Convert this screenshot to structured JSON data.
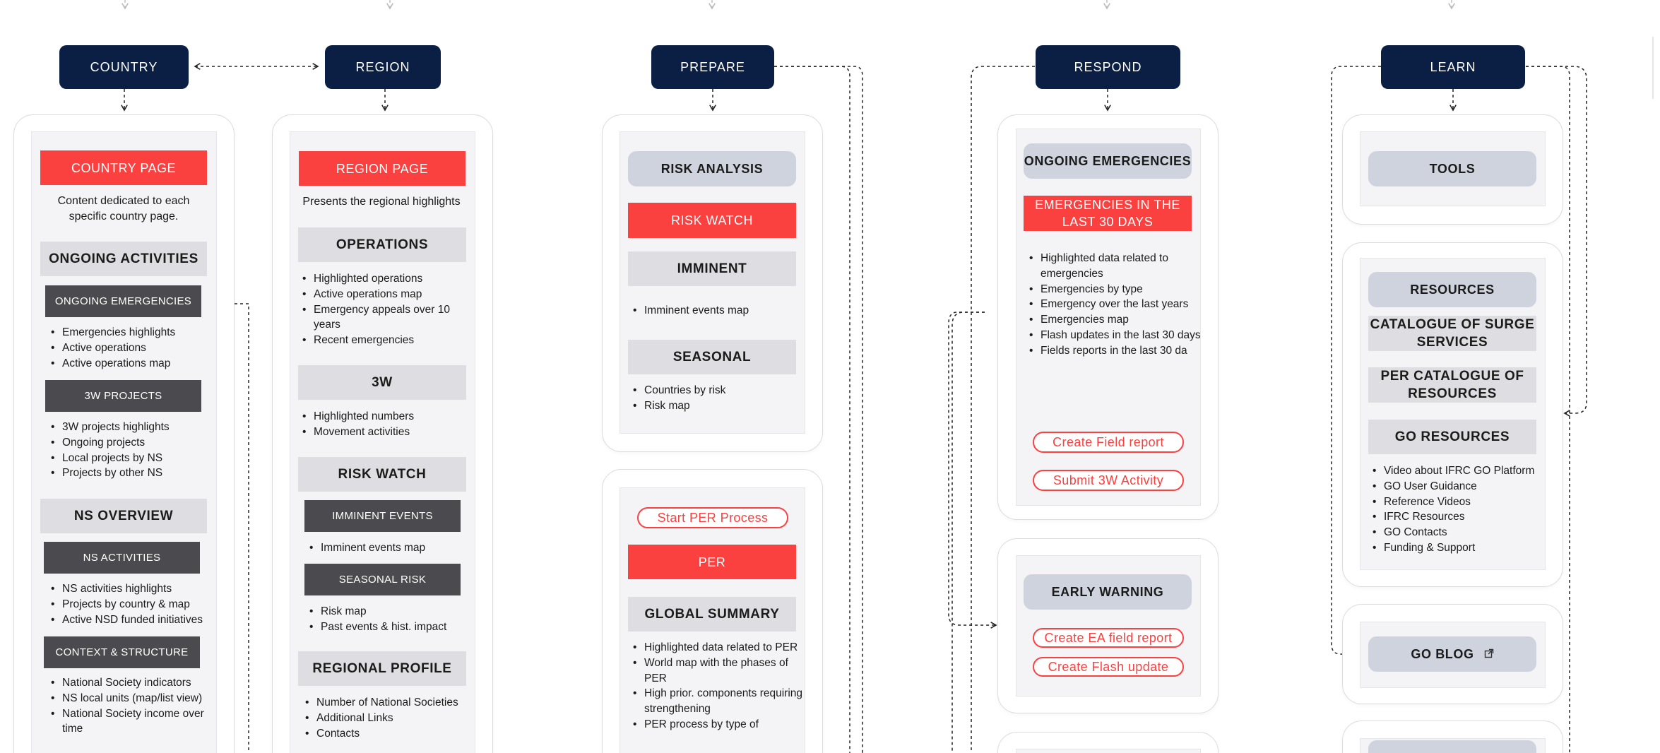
{
  "nav": {
    "country": "COUNTRY",
    "region": "REGION",
    "prepare": "PREPARE",
    "respond": "RESPOND",
    "learn": "LEARN"
  },
  "country": {
    "page_title": "COUNTRY PAGE",
    "description": "Content dedicated to each specific country page.",
    "ongoing_activities": "ONGOING ACTIVITIES",
    "ongoing_emergencies": "ONGOING EMERGENCIES",
    "emergencies_items": [
      "Emergencies highlights",
      "Active operations",
      "Active operations map"
    ],
    "projects_3w": "3W PROJECTS",
    "projects_items": [
      "3W projects highlights",
      "Ongoing projects",
      "Local projects by NS",
      "Projects by other NS"
    ],
    "ns_overview": "NS OVERVIEW",
    "ns_activities": "NS ACTIVITIES",
    "ns_activities_items": [
      "NS activities highlights",
      "Projects by country & map",
      "Active NSD funded initiatives"
    ],
    "context_structure": "CONTEXT & STRUCTURE",
    "context_items": [
      "National Society indicators",
      "NS local units (map/list view)",
      "National Society income over time"
    ]
  },
  "region": {
    "page_title": "REGION PAGE",
    "description": "Presents the regional highlights",
    "operations": "OPERATIONS",
    "operations_items": [
      "Highlighted operations",
      "Active operations map",
      "Emergency appeals over 10 years",
      "Recent emergencies"
    ],
    "three_w": "3W",
    "three_w_items": [
      "Highlighted numbers",
      "Movement activities"
    ],
    "risk_watch": "RISK WATCH",
    "imminent_events": "IMMINENT EVENTS",
    "imminent_items": [
      "Imminent events map"
    ],
    "seasonal_risk": "SEASONAL RISK",
    "seasonal_items": [
      "Risk map",
      "Past events & hist. impact"
    ],
    "regional_profile": "REGIONAL PROFILE",
    "profile_items": [
      "Number of National Societies",
      "Additional Links",
      "Contacts"
    ]
  },
  "prepare": {
    "risk_analysis": "RISK ANALYSIS",
    "risk_watch": "RISK WATCH",
    "imminent": "IMMINENT",
    "imminent_items": [
      "Imminent events map"
    ],
    "seasonal": "SEASONAL",
    "seasonal_items": [
      "Countries by risk",
      "Risk map"
    ],
    "start_per": "Start PER Process",
    "per": "PER",
    "global_summary": "GLOBAL SUMMARY",
    "summary_items": [
      "Highlighted data related to PER",
      "World map with the phases of PER",
      "High prior. components requiring strengthening",
      "PER process by type of"
    ]
  },
  "respond": {
    "ongoing_emergencies": "ONGOING EMERGENCIES",
    "last_30_days": "EMERGENCIES IN THE LAST 30 DAYS",
    "last_30_items": [
      "Highlighted data related to emergencies",
      "Emergencies by type",
      "Emergency over the last years",
      "Emergencies map",
      "Flash updates in the last 30 days",
      "Fields reports in the last 30 da"
    ],
    "create_field_report": "Create Field report",
    "submit_3w": "Submit 3W Activity",
    "early_warning": "EARLY WARNING",
    "create_ea_report": "Create EA field report",
    "create_flash_update": "Create Flash update"
  },
  "learn": {
    "tools": "TOOLS",
    "resources": "RESOURCES",
    "catalogue_surge": "CATALOGUE OF SURGE SERVICES",
    "per_catalogue": "PER CATALOGUE OF RESOURCES",
    "go_resources": "GO RESOURCES",
    "go_resources_items": [
      "Video about IFRC GO Platform",
      "GO User Guidance",
      "Reference Videos",
      "IFRC Resources",
      "GO Contacts",
      "Funding & Support"
    ],
    "go_blog": "GO BLOG"
  },
  "icons": {
    "external_link": "external-link-icon"
  },
  "colors": {
    "navy": "#0b1f44",
    "red": "#fb4040",
    "gray": "#dedde1",
    "blue_gray": "#ced3de",
    "dark_gray": "#4b4b4f"
  }
}
